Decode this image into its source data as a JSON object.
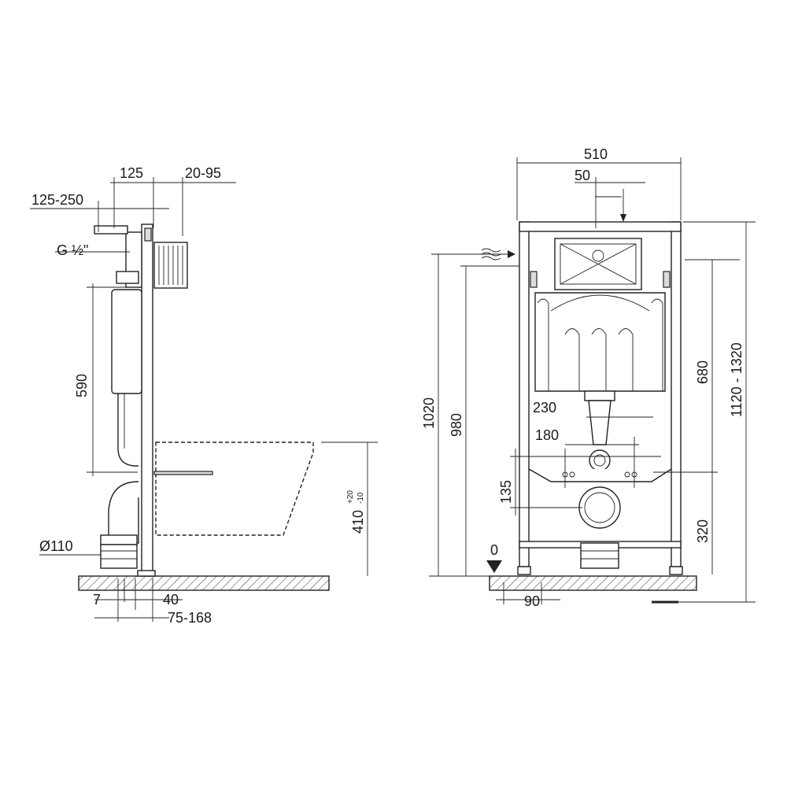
{
  "side_view": {
    "dim_125": "125",
    "dim_20_95": "20-95",
    "dim_125_250": "125-250",
    "water_inlet": "G ½\"",
    "dim_590": "590",
    "dim_d110": "Ø110",
    "dim_7": "7",
    "dim_40": "40",
    "dim_75_168": "75-168",
    "dim_410": "410",
    "dim_410_tol_plus": "+20",
    "dim_410_tol_minus": "-10"
  },
  "front_view": {
    "dim_510": "510",
    "dim_50": "50",
    "dim_1020": "1020",
    "dim_980": "980",
    "dim_230": "230",
    "dim_180": "180",
    "dim_135": "135",
    "dim_0": "0",
    "dim_90": "90",
    "dim_680": "680",
    "dim_320": "320",
    "dim_1120_1320": "1120 - 1320"
  }
}
